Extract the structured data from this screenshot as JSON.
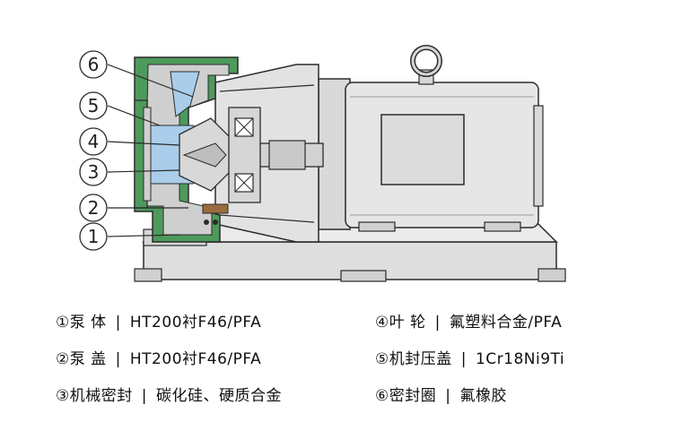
{
  "colors": {
    "outline": "#2b2b2b",
    "motor_fill": "#e6e6e6",
    "base_fill": "#dedede",
    "pump_body_green": "#4d9a5c",
    "liner_gray": "#cfcfcf",
    "fluid_blue": "#a9cdea",
    "seal_brown": "#9a6b3c"
  },
  "callouts": [
    "6",
    "5",
    "4",
    "3",
    "2",
    "1"
  ],
  "legend": {
    "left": [
      {
        "name": "①泵 体",
        "material": "HT200衬F46/PFA"
      },
      {
        "name": "②泵 盖",
        "material": "HT200衬F46/PFA"
      },
      {
        "name": "③机械密封",
        "material": "碳化硅、硬质合金"
      }
    ],
    "right": [
      {
        "name": "④叶 轮",
        "material": "氟塑料合金/PFA"
      },
      {
        "name": "⑤机封压盖",
        "material": "1Cr18Ni9Ti"
      },
      {
        "name": "⑥密封圈",
        "material": "氟橡胶"
      }
    ],
    "separator": "|"
  }
}
